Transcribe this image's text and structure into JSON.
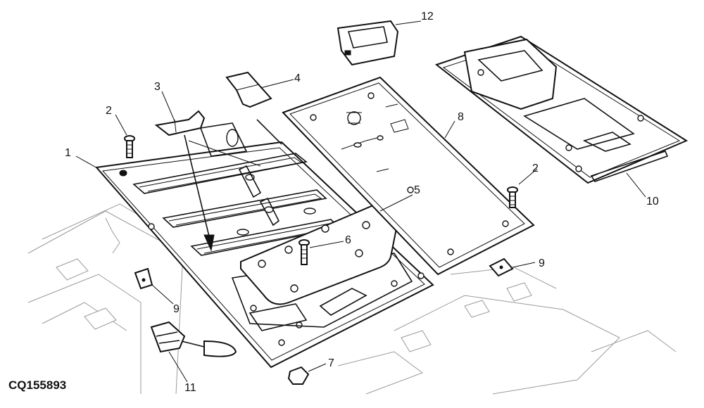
{
  "figure": {
    "id": "CQ155893"
  },
  "callouts": [
    {
      "key": "c1",
      "label": "1"
    },
    {
      "key": "c2a",
      "label": "2"
    },
    {
      "key": "c2b",
      "label": "2"
    },
    {
      "key": "c3",
      "label": "3"
    },
    {
      "key": "c4",
      "label": "4"
    },
    {
      "key": "c5",
      "label": "5"
    },
    {
      "key": "c6",
      "label": "6"
    },
    {
      "key": "c7",
      "label": "7"
    },
    {
      "key": "c8",
      "label": "8"
    },
    {
      "key": "c9a",
      "label": "9"
    },
    {
      "key": "c9b",
      "label": "9"
    },
    {
      "key": "c10",
      "label": "10"
    },
    {
      "key": "c11",
      "label": "11"
    },
    {
      "key": "c12",
      "label": "12"
    }
  ]
}
